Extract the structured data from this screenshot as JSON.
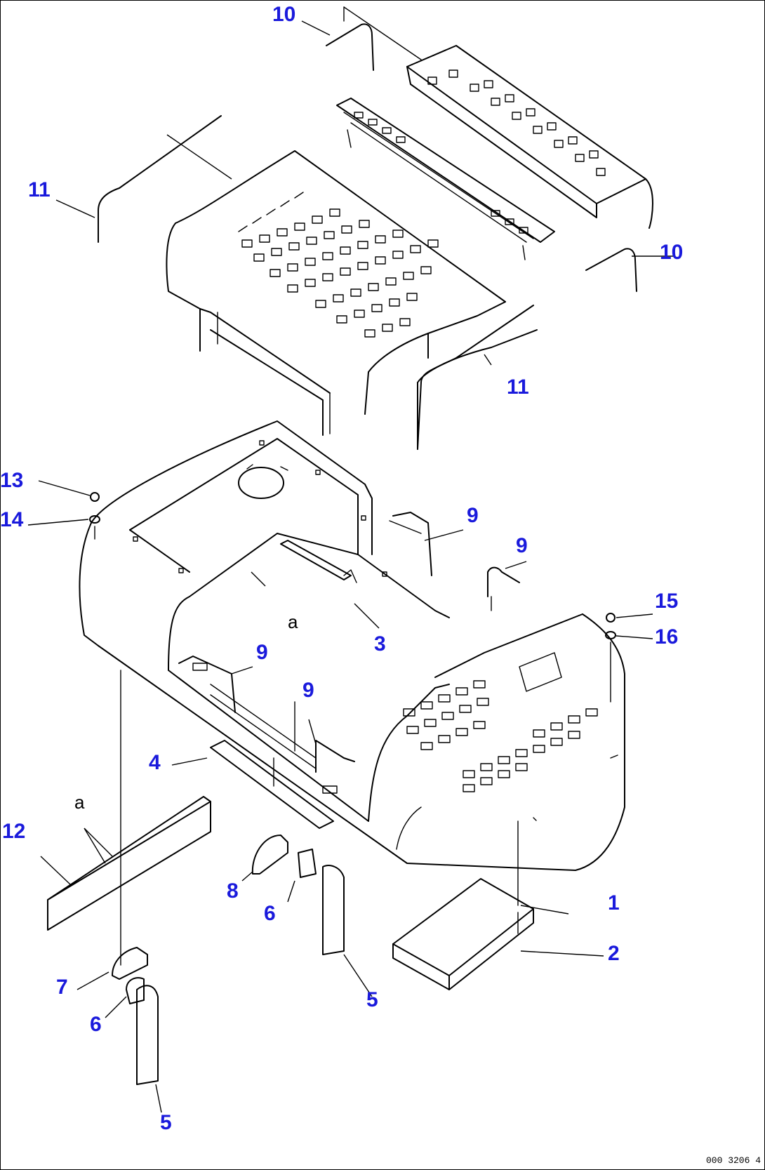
{
  "diagram": {
    "drawing_code": "000 3206 4",
    "callouts": [
      {
        "id": "c10a",
        "label": "10"
      },
      {
        "id": "c10b",
        "label": "10"
      },
      {
        "id": "c11a",
        "label": "11"
      },
      {
        "id": "c11b",
        "label": "11"
      },
      {
        "id": "c13",
        "label": "13"
      },
      {
        "id": "c14",
        "label": "14"
      },
      {
        "id": "c9a",
        "label": "9"
      },
      {
        "id": "c9b",
        "label": "9"
      },
      {
        "id": "c9c",
        "label": "9"
      },
      {
        "id": "c9d",
        "label": "9"
      },
      {
        "id": "c15",
        "label": "15"
      },
      {
        "id": "c16",
        "label": "16"
      },
      {
        "id": "c3",
        "label": "3"
      },
      {
        "id": "c4",
        "label": "4"
      },
      {
        "id": "c12",
        "label": "12"
      },
      {
        "id": "c8",
        "label": "8"
      },
      {
        "id": "c6a",
        "label": "6"
      },
      {
        "id": "c1",
        "label": "1"
      },
      {
        "id": "c2",
        "label": "2"
      },
      {
        "id": "c7",
        "label": "7"
      },
      {
        "id": "c6b",
        "label": "6"
      },
      {
        "id": "c5a",
        "label": "5"
      },
      {
        "id": "c5b",
        "label": "5"
      }
    ],
    "refs": [
      {
        "id": "ra1",
        "label": "a"
      },
      {
        "id": "ra2",
        "label": "a"
      }
    ]
  }
}
